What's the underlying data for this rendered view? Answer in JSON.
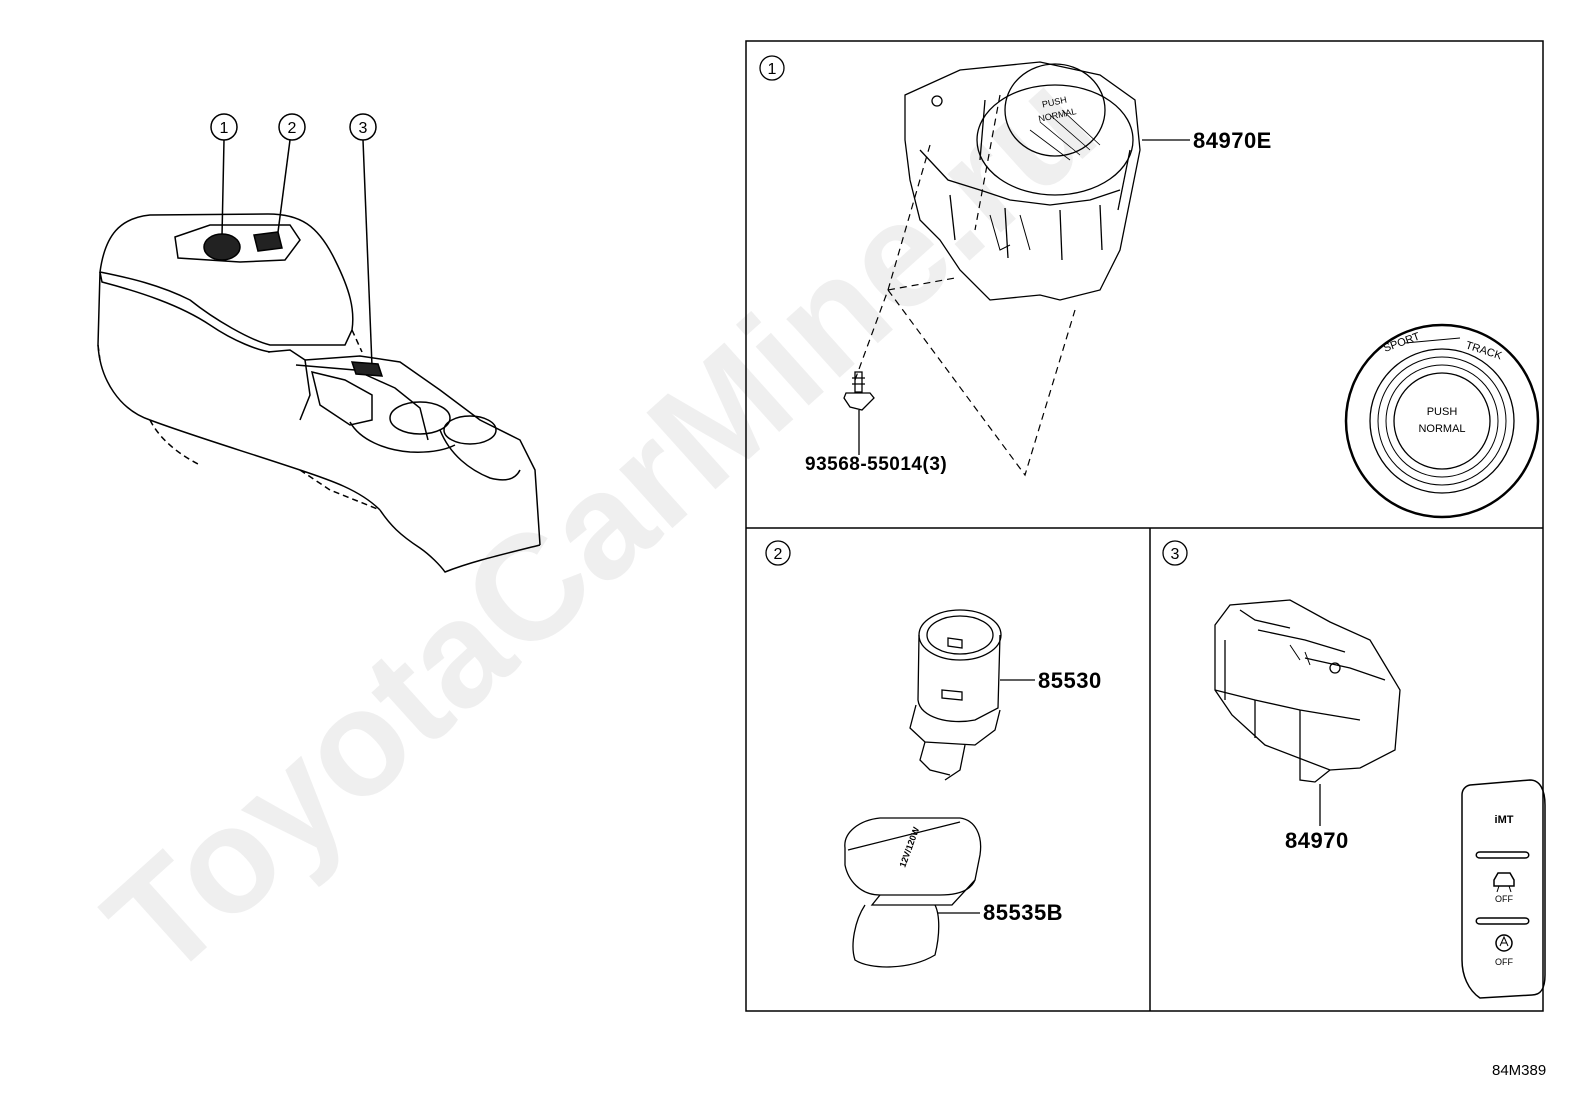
{
  "watermark": "ToyotaCarMine.ru",
  "diagram_code": "84M389",
  "overview": {
    "callouts": [
      "1",
      "2",
      "3"
    ]
  },
  "panel1": {
    "number": "1",
    "part_switch": "84970E",
    "part_screw": "93568-55014(3)",
    "knob_push": "PUSH",
    "knob_normal": "NORMAL",
    "detail_sport": "SPORT",
    "detail_track": "TRACK",
    "detail_push": "PUSH",
    "detail_normal": "NORMAL"
  },
  "panel2": {
    "number": "2",
    "part_socket": "85530",
    "part_cap": "85535B",
    "cap_text": "12V/120W"
  },
  "panel3": {
    "number": "3",
    "part_switch": "84970",
    "btn_imt": "iMT",
    "btn_off1": "OFF",
    "btn_off2": "OFF"
  }
}
